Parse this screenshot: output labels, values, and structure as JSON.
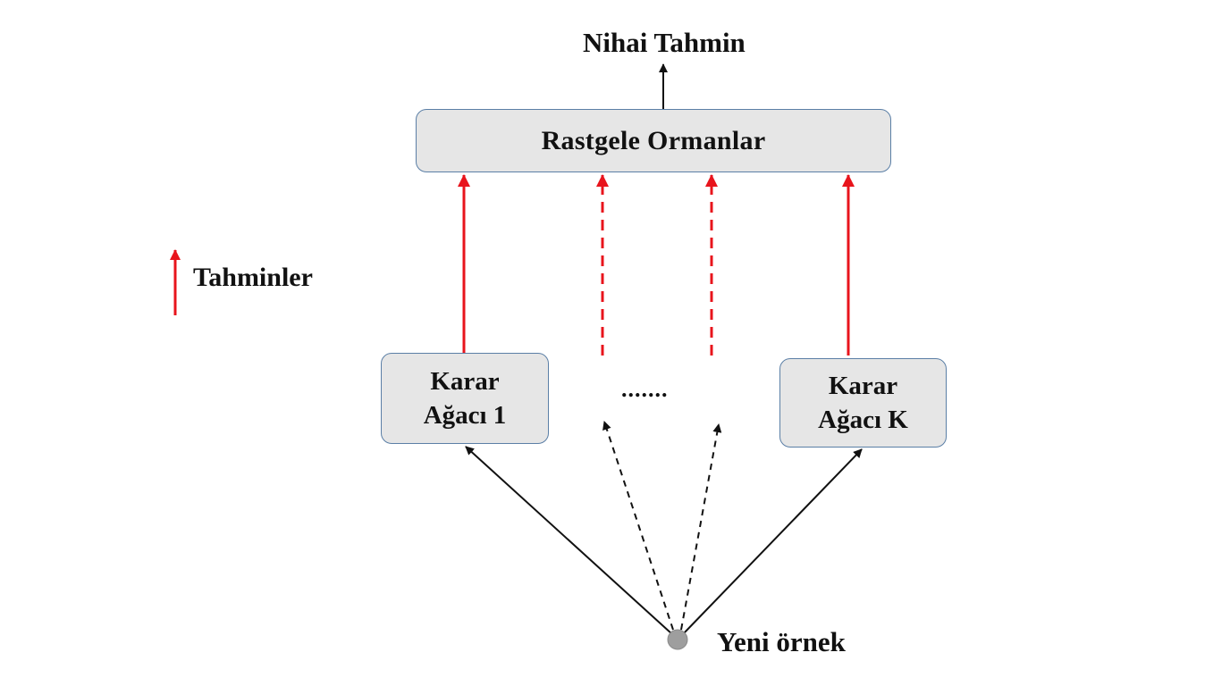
{
  "diagram": {
    "final_prediction": "Nihai Tahmin",
    "aggregator": "Rastgele Ormanlar",
    "legend": {
      "label": "Tahminler",
      "arrow_color": "#e8141c"
    },
    "trees": [
      {
        "line1": "Karar",
        "line2": "Ağacı 1"
      },
      {
        "line1": "Karar",
        "line2": "Ağacı K"
      }
    ],
    "ellipsis": ".......",
    "input_label": "Yeni örnek",
    "colors": {
      "box_fill": "#e6e6e6",
      "box_border": "#5b7fa6",
      "prediction_arrow": "#e8141c",
      "input_arrow": "#111111",
      "input_node": "#9e9e9e"
    }
  }
}
